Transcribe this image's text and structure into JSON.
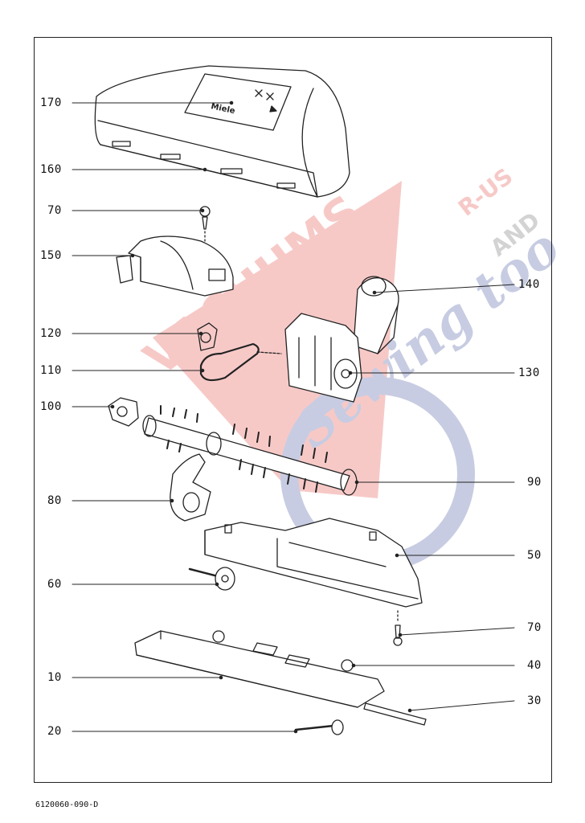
{
  "brand": {
    "logo_text": "Miele"
  },
  "callouts_left": [
    {
      "id": "170",
      "label": "170"
    },
    {
      "id": "160",
      "label": "160"
    },
    {
      "id": "70a",
      "label": "70"
    },
    {
      "id": "150",
      "label": "150"
    },
    {
      "id": "120",
      "label": "120"
    },
    {
      "id": "110",
      "label": "110"
    },
    {
      "id": "100",
      "label": "100"
    },
    {
      "id": "80",
      "label": "80"
    },
    {
      "id": "60",
      "label": "60"
    },
    {
      "id": "10",
      "label": "10"
    },
    {
      "id": "20",
      "label": "20"
    }
  ],
  "callouts_right": [
    {
      "id": "140",
      "label": "140"
    },
    {
      "id": "130",
      "label": "130"
    },
    {
      "id": "90",
      "label": "90"
    },
    {
      "id": "50",
      "label": "50"
    },
    {
      "id": "70b",
      "label": "70"
    },
    {
      "id": "40",
      "label": "40"
    },
    {
      "id": "30",
      "label": "30"
    }
  ],
  "document_number": "6120060-090-D",
  "watermark": {
    "line1": "VACUUMS",
    "line2": "R-US",
    "line3": "AND",
    "line4": "Sewing too",
    "color_red": "#e0413a",
    "color_blue": "#3a4a9a"
  }
}
